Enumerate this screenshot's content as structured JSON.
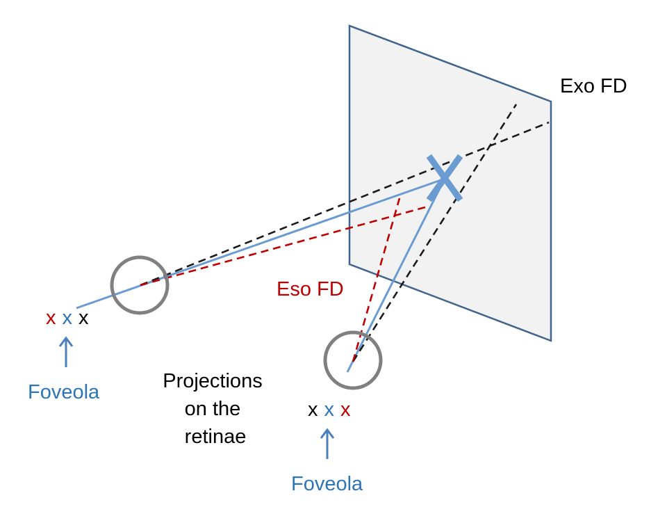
{
  "labels": {
    "exo_fd": "Exo FD",
    "eso_fd": "Eso FD",
    "projections_line1": "Projections",
    "projections_line2": "on the",
    "projections_line3": "retinae",
    "foveola_left": "Foveola",
    "foveola_right": "Foveola"
  },
  "left_eye_marks": [
    {
      "glyph": "x",
      "color": "#c00000"
    },
    {
      "glyph": "x",
      "color": "#2e75b6"
    },
    {
      "glyph": "x",
      "color": "#000000"
    }
  ],
  "right_eye_marks": [
    {
      "glyph": "x",
      "color": "#000000"
    },
    {
      "glyph": "x",
      "color": "#2e75b6"
    },
    {
      "glyph": "x",
      "color": "#c00000"
    }
  ],
  "colors": {
    "visual_axis": "#6a9bd1",
    "exo_lines": "#1a1a1a",
    "eso_lines": "#c00000",
    "plane_fill": "#f2f2f2",
    "plane_stroke": "#41648c",
    "eye_circle": "#808080",
    "foveola_text": "#2e75b6",
    "arrow": "#4a7fc0"
  },
  "icons": {
    "fixation_target": "x-cross-icon",
    "foveola_pointer": "arrow-up-icon"
  }
}
